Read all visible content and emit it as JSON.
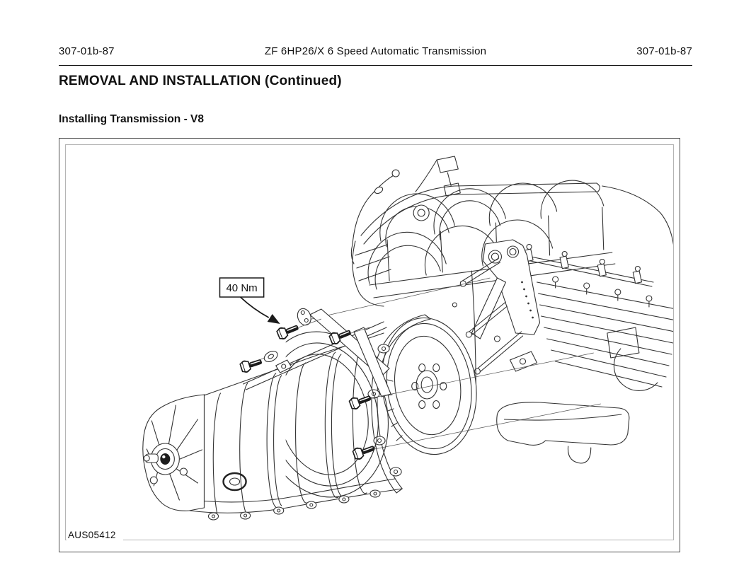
{
  "header": {
    "page_ref_left": "307-01b-87",
    "title": "ZF 6HP26/X 6 Speed Automatic Transmission",
    "page_ref_right": "307-01b-87"
  },
  "headings": {
    "section": "REMOVAL AND INSTALLATION (Continued)",
    "subsection": "Installing Transmission - V8"
  },
  "figure": {
    "figure_id": "AUS05412",
    "torque_callout": "40 Nm"
  },
  "colors": {
    "text": "#111111",
    "line_art": "#333333",
    "frame_outer": "#4f4f4f",
    "frame_inner": "#b5b5b5",
    "background": "#ffffff"
  }
}
